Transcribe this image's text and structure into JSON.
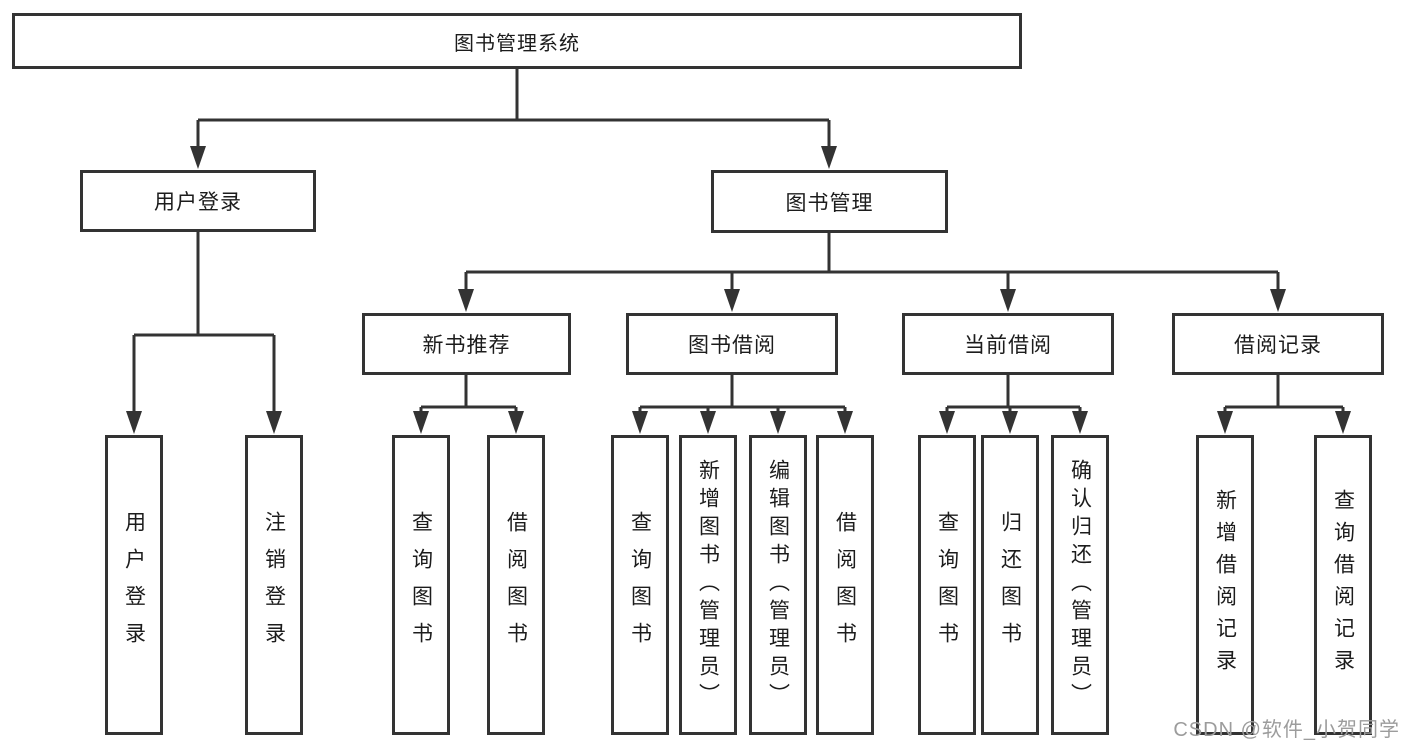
{
  "diagram": {
    "root": {
      "label": "图书管理系统"
    },
    "level1": [
      {
        "id": "user-login",
        "label": "用户登录"
      },
      {
        "id": "book-management",
        "label": "图书管理"
      }
    ],
    "level2": [
      {
        "id": "new-book-recommend",
        "label": "新书推荐"
      },
      {
        "id": "book-borrow",
        "label": "图书借阅"
      },
      {
        "id": "current-borrow",
        "label": "当前借阅"
      },
      {
        "id": "borrow-record",
        "label": "借阅记录"
      }
    ],
    "leaves": {
      "user_login": [
        "用户登录",
        "注销登录"
      ],
      "new_book": [
        "查询图书",
        "借阅图书"
      ],
      "book_borrow": [
        "查询图书",
        "新增图书（管理员）",
        "编辑图书（管理员）",
        "借阅图书"
      ],
      "current_borrow": [
        "查询图书",
        "归还图书",
        "确认归还（管理员）"
      ],
      "borrow_record": [
        "新增借阅记录",
        "查询借阅记录"
      ]
    }
  },
  "watermark": "CSDN @软件_小贺同学",
  "colors": {
    "line": "#333333",
    "text": "#1c1c1c",
    "watermark": "#9c9c9c",
    "background": "#ffffff"
  }
}
